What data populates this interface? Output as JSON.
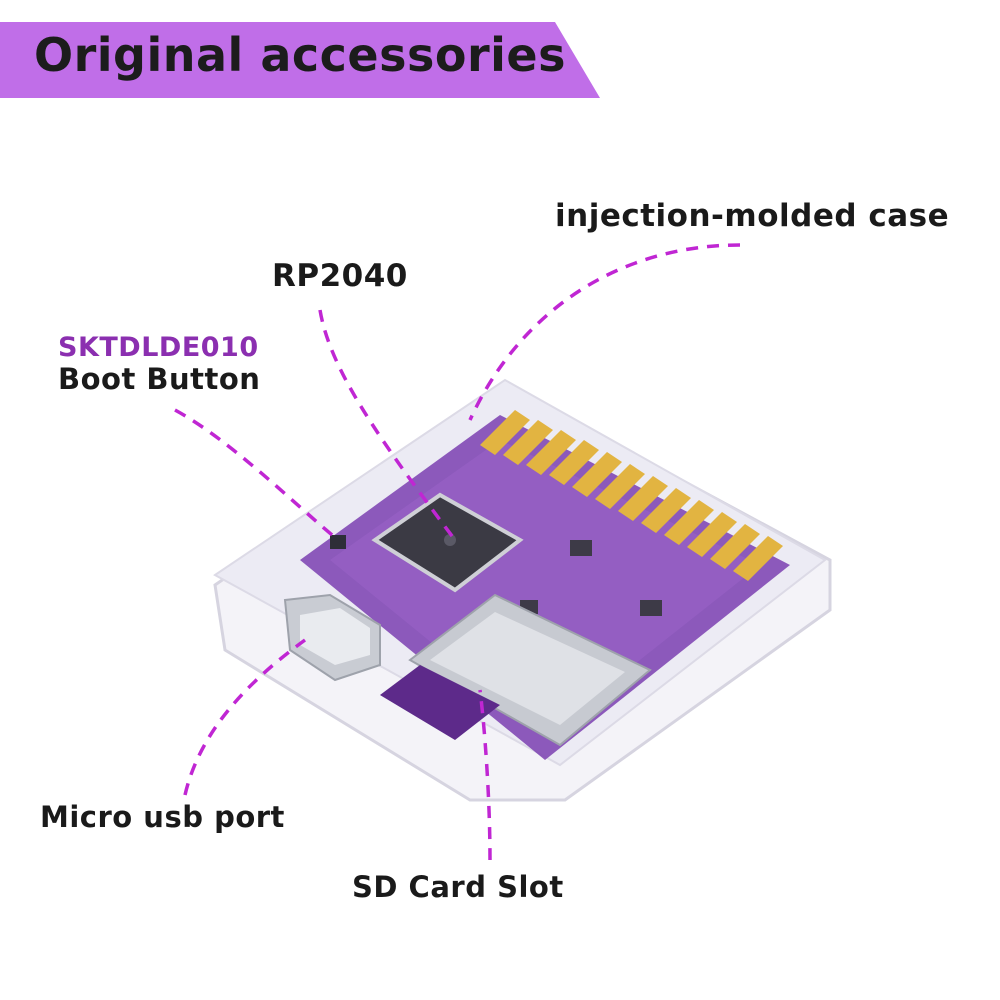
{
  "banner": {
    "title": "Original accessories",
    "color": "#c06ee8"
  },
  "labels": {
    "case": "injection-molded case",
    "chip": "RP2040",
    "boot_code": "SKTDLDE010",
    "boot": "Boot Button",
    "usb": "Micro usb port",
    "sd": "SD Card Slot"
  },
  "colors": {
    "leader_line": "#c026d3",
    "pcb": "#7b3fb0",
    "accent_text": "#8b2fb0"
  }
}
